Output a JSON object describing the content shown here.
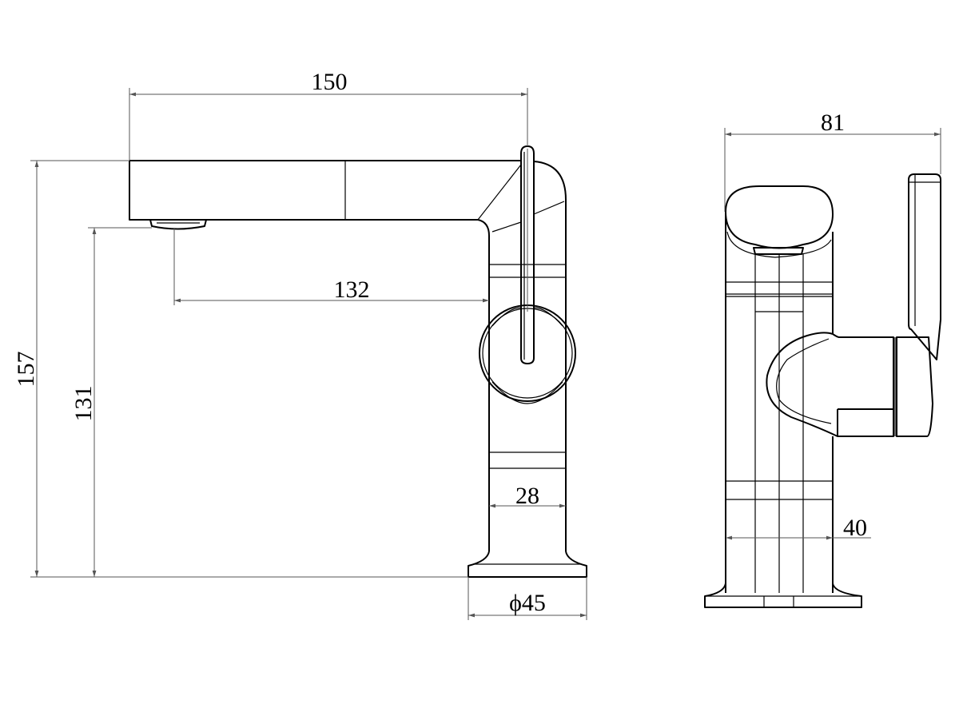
{
  "drawing": {
    "front_view": {
      "spout_length": "150",
      "spout_reach": "132",
      "total_height": "157",
      "spout_height": "131",
      "body_width": "28",
      "base_diameter": "ϕ45"
    },
    "side_view": {
      "total_depth": "81",
      "body_depth": "40"
    },
    "line_color": "#000000",
    "dimension_line_color": "#555555"
  }
}
